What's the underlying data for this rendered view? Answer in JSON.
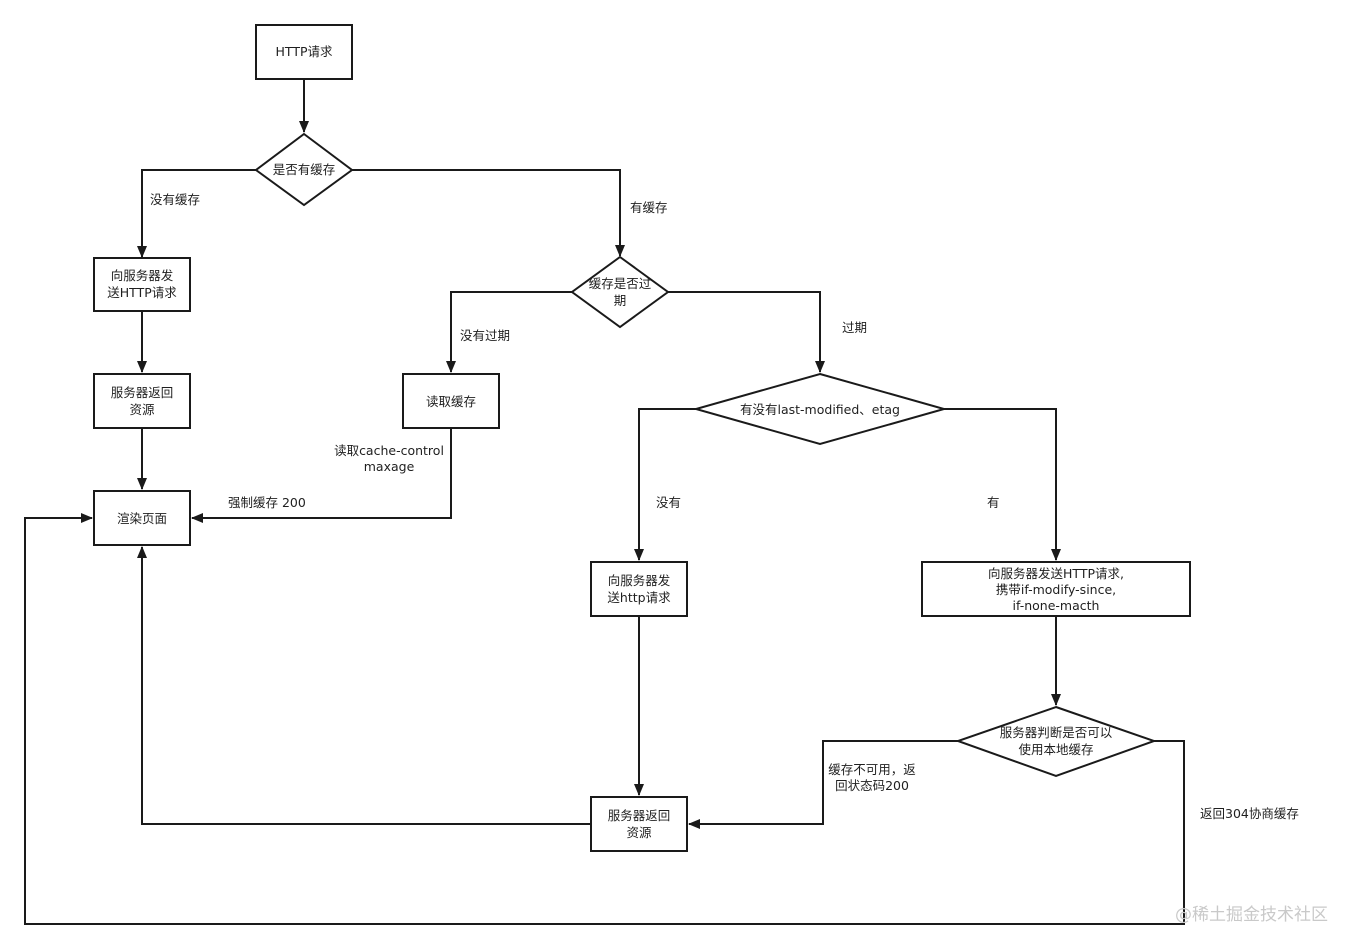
{
  "nodes": {
    "http_request": "HTTP请求",
    "has_cache": "是否有缓存",
    "send_http_left": [
      "向服务器发",
      "送HTTP请求"
    ],
    "server_return_left": [
      "服务器返回",
      "资源"
    ],
    "render_page": "渲染页面",
    "cache_expired": [
      "缓存是否过",
      "期"
    ],
    "read_cache": "读取缓存",
    "has_lastmod_etag": "有没有last-modified、etag",
    "send_http_mid": [
      "向服务器发",
      "送http请求"
    ],
    "send_http_right": [
      "向服务器发送HTTP请求,",
      "携带if-modify-since,",
      "if-none-macth"
    ],
    "server_judge": [
      "服务器判断是否可以",
      "使用本地缓存"
    ],
    "server_return_bottom": [
      "服务器返回",
      "资源"
    ]
  },
  "edges": {
    "no_cache": "没有缓存",
    "has_cache": "有缓存",
    "not_expired": "没有过期",
    "expired": "过期",
    "read_cache_control": [
      "读取cache-control",
      "maxage"
    ],
    "strong_cache_200": "强制缓存 200",
    "none": "没有",
    "have": "有",
    "cache_unavailable": [
      "缓存不可用，返",
      "回状态码200"
    ],
    "return_304": "返回304协商缓存"
  },
  "watermark": "@稀土掘金技术社区"
}
